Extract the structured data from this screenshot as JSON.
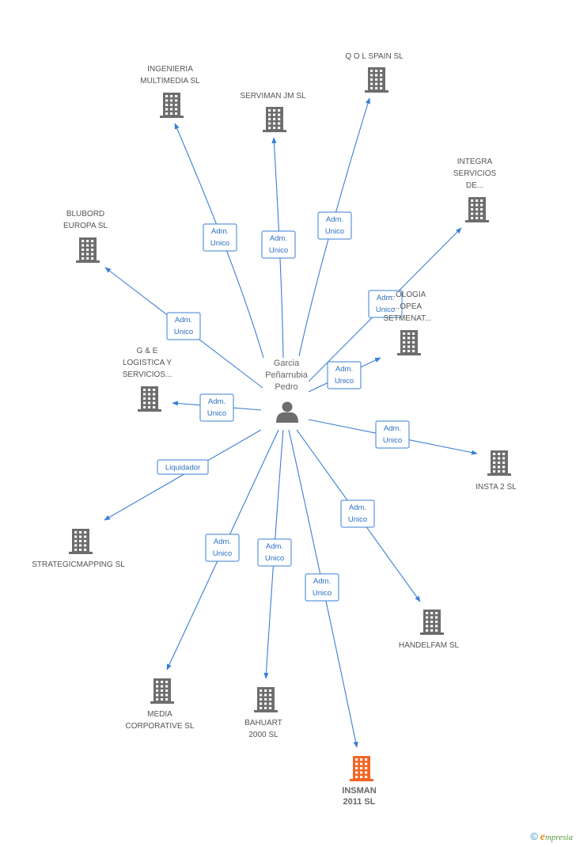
{
  "person": {
    "name_lines": [
      "Garcia",
      "Peñarrubia",
      "Pedro"
    ]
  },
  "colors": {
    "edge": "#3a7fd5",
    "building": "#6d6d6d",
    "highlight": "#f26522"
  },
  "nodes": [
    {
      "id": "ingenieria",
      "label_lines": [
        "INGENIERIA",
        "MULTIMEDIA SL"
      ],
      "highlight": false
    },
    {
      "id": "serviman",
      "label_lines": [
        "SERVIMAN JM SL"
      ],
      "highlight": false
    },
    {
      "id": "qol",
      "label_lines": [
        "Q O L SPAIN SL"
      ],
      "highlight": false
    },
    {
      "id": "integra",
      "label_lines": [
        "INTEGRA",
        "SERVICIOS",
        "DE..."
      ],
      "highlight": false
    },
    {
      "id": "blubord",
      "label_lines": [
        "BLUBORD",
        "EUROPA SL"
      ],
      "highlight": false
    },
    {
      "id": "tecnologia",
      "label_lines": [
        "...OLOGIA",
        "...OPEA",
        "SETMENAT..."
      ],
      "highlight": false
    },
    {
      "id": "ge",
      "label_lines": [
        "G & E",
        "LOGISTICA Y",
        "SERVICIOS..."
      ],
      "highlight": false
    },
    {
      "id": "insta2",
      "label_lines": [
        "INSTA 2 SL"
      ],
      "highlight": false
    },
    {
      "id": "strategic",
      "label_lines": [
        "STRATEGICMAPPING SL"
      ],
      "highlight": false
    },
    {
      "id": "handelfam",
      "label_lines": [
        "HANDELFAM SL"
      ],
      "highlight": false
    },
    {
      "id": "media",
      "label_lines": [
        "MEDIA",
        "CORPORATIVE SL"
      ],
      "highlight": false
    },
    {
      "id": "bahuart",
      "label_lines": [
        "BAHUART",
        "2000 SL"
      ],
      "highlight": false
    },
    {
      "id": "insman",
      "label_lines": [
        "INSMAN",
        "2011 SL"
      ],
      "highlight": true
    }
  ],
  "edges": [
    {
      "target": "ingenieria",
      "label_lines": [
        "Adm.",
        "Unico"
      ]
    },
    {
      "target": "serviman",
      "label_lines": [
        "Adm.",
        "Unico"
      ]
    },
    {
      "target": "qol",
      "label_lines": [
        "Adm.",
        "Unico"
      ]
    },
    {
      "target": "integra",
      "label_lines": [
        "Adm.",
        "Unico"
      ]
    },
    {
      "target": "blubord",
      "label_lines": [
        "Adm.",
        "Unico"
      ]
    },
    {
      "target": "tecnologia",
      "label_lines": [
        "Adm.",
        "Unico"
      ]
    },
    {
      "target": "ge",
      "label_lines": [
        "Adm.",
        "Unico"
      ]
    },
    {
      "target": "insta2",
      "label_lines": [
        "Adm.",
        "Unico"
      ]
    },
    {
      "target": "strategic",
      "label_lines": [
        "Liquidador"
      ]
    },
    {
      "target": "handelfam",
      "label_lines": [
        "Adm.",
        "Unico"
      ]
    },
    {
      "target": "media",
      "label_lines": [
        "Adm.",
        "Unico"
      ]
    },
    {
      "target": "bahuart",
      "label_lines": [
        "Adm.",
        "Unico"
      ]
    },
    {
      "target": "insman",
      "label_lines": [
        "Adm.",
        "Unico"
      ]
    }
  ],
  "footer": {
    "copyright_symbol": "©",
    "brand_initial": "e",
    "brand_rest": "mpresia"
  }
}
